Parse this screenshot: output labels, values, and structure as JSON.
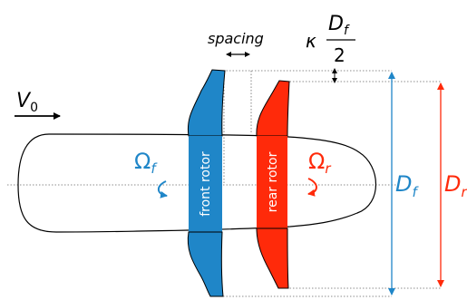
{
  "labels": {
    "spacing": "spacing",
    "kappa": "κ",
    "frac_num_main": "D",
    "frac_num_sub": "f",
    "frac_den": "2",
    "v_main": "V",
    "v_sub": "0",
    "omega_f_main": "Ω",
    "omega_f_sub": "f",
    "omega_r_main": "Ω",
    "omega_r_sub": "r",
    "front_rotor": "front rotor",
    "rear_rotor": "rear rotor",
    "df_main": "D",
    "df_sub": "f",
    "dr_main": "D",
    "dr_sub": "r"
  },
  "colors": {
    "front": "#1f86c8",
    "rear": "#ff2a0a",
    "body_outline": "#000000",
    "guide": "#6a6a6a"
  }
}
